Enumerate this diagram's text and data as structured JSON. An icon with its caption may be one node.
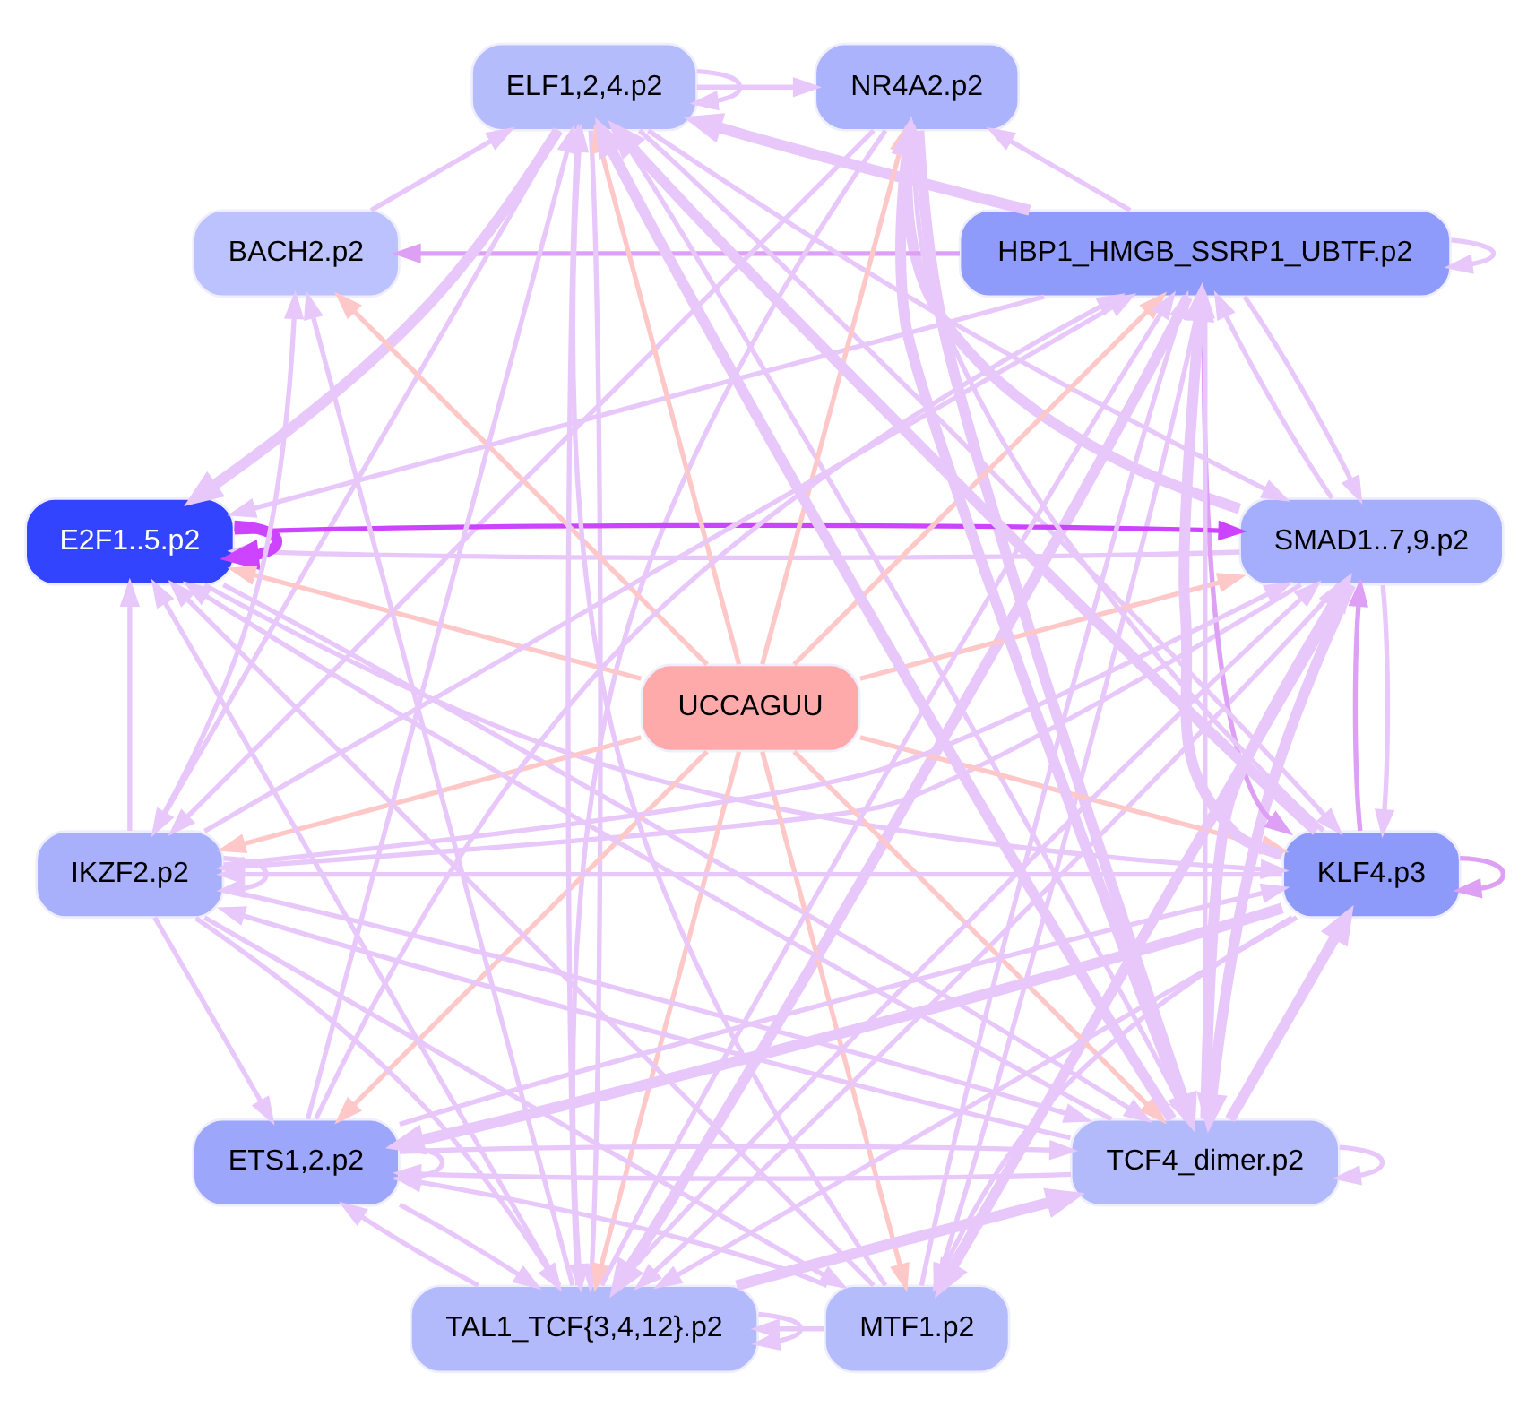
{
  "diagram": {
    "nodes": [
      {
        "text": [
          "SMAD1..7,9.p2"
        ]
      },
      {
        "text": [
          "HBP1_HMGB_SSRP1_UBTF.p2"
        ]
      },
      {
        "text": [
          "NR4A2.p2"
        ]
      },
      {
        "text": [
          "ELF1,2,4.p2"
        ]
      },
      {
        "text": [
          "BACH2.p2"
        ]
      },
      {
        "text": [
          "E2F1..5.p2"
        ]
      },
      {
        "text": [
          "UCCAGUU"
        ]
      },
      {
        "text": [
          "IKZF2.p2"
        ]
      },
      {
        "text": [
          "ETS1,2.p2"
        ]
      },
      {
        "text": [
          "TAL1_TCF{3,4,12}.p2"
        ]
      },
      {
        "text": [
          "MTF1.p2"
        ]
      },
      {
        "text": [
          "TCF4_dimer.p2"
        ]
      },
      {
        "text": [
          "KLF4.p3"
        ]
      }
    ],
    "edges": [
      {
        "from": 6,
        "to": 0,
        "arrow": "to",
        "color": "#ffc8c8"
      },
      {
        "from": 6,
        "to": 1,
        "arrow": "to",
        "color": "#ffc8c8"
      },
      {
        "from": 6,
        "to": 2,
        "arrow": "to",
        "color": "#ffc8c8"
      },
      {
        "from": 6,
        "to": 3,
        "arrow": "to",
        "color": "#ffc8c8"
      },
      {
        "from": 6,
        "to": 4,
        "arrow": "to",
        "color": "#ffc8c8"
      },
      {
        "from": 6,
        "to": 5,
        "arrow": "to",
        "color": "#ffc8c8"
      },
      {
        "from": 6,
        "to": 7,
        "arrow": "to",
        "color": "#ffc8c8"
      },
      {
        "from": 6,
        "to": 8,
        "arrow": "to",
        "color": "#ffc8c8"
      },
      {
        "from": 6,
        "to": 9,
        "arrow": "to",
        "color": "#ffc8c8"
      },
      {
        "from": 6,
        "to": 10,
        "arrow": "to",
        "color": "#ffc8c8"
      },
      {
        "from": 6,
        "to": 11,
        "arrow": "to",
        "color": "#ffc8c8"
      },
      {
        "from": 6,
        "to": 12,
        "arrow": "to",
        "color": "#ffc8c8"
      },
      {
        "from": 0,
        "to": 1,
        "arrow": "to"
      },
      {
        "from": 1,
        "to": 0,
        "arrow": "to"
      },
      {
        "from": 1,
        "to": 1,
        "arrow": "to"
      },
      {
        "from": 3,
        "to": 3,
        "arrow": "to"
      },
      {
        "from": 5,
        "to": 5,
        "arrow": "to",
        "color": "#cc44ff",
        "style": "thick"
      },
      {
        "from": 7,
        "to": 7,
        "arrow": "to"
      },
      {
        "from": 8,
        "to": 8,
        "arrow": "to"
      },
      {
        "from": 9,
        "to": 9,
        "arrow": "to"
      },
      {
        "from": 11,
        "to": 11,
        "arrow": "to"
      },
      {
        "from": 12,
        "to": 12,
        "arrow": "to",
        "color": "#dda0f5"
      },
      {
        "from": 5,
        "to": 0,
        "arrow": "to",
        "color": "#cc44ff"
      },
      {
        "from": 1,
        "to": 4,
        "arrow": "to",
        "color": "#dda0f5"
      },
      {
        "from": 0,
        "to": 2,
        "arrow": "to",
        "style": "thick"
      },
      {
        "from": 1,
        "to": 2,
        "arrow": "to"
      },
      {
        "from": 3,
        "to": 2,
        "arrow": "to"
      },
      {
        "from": 1,
        "to": 3,
        "arrow": "to",
        "style": "thick"
      },
      {
        "from": 0,
        "to": 5,
        "arrow": "to"
      },
      {
        "from": 1,
        "to": 5,
        "arrow": "to"
      },
      {
        "from": 3,
        "to": 5,
        "arrow": "to",
        "style": "thick"
      },
      {
        "from": 7,
        "to": 5,
        "arrow": "to"
      },
      {
        "from": 9,
        "to": 5,
        "arrow": "to"
      },
      {
        "from": 11,
        "to": 5,
        "arrow": "to"
      },
      {
        "from": 10,
        "to": 5,
        "arrow": "to"
      },
      {
        "from": 4,
        "to": 3,
        "arrow": "to"
      },
      {
        "from": 9,
        "to": 3,
        "arrow": "to"
      },
      {
        "from": 11,
        "to": 3,
        "arrow": "to",
        "style": "thick"
      },
      {
        "from": 12,
        "to": 3,
        "arrow": "to",
        "style": "thick"
      },
      {
        "from": 10,
        "to": 3,
        "arrow": "to"
      },
      {
        "from": 8,
        "to": 3,
        "arrow": "to"
      },
      {
        "from": 7,
        "to": 0,
        "arrow": "to"
      },
      {
        "from": 9,
        "to": 0,
        "arrow": "to"
      },
      {
        "from": 11,
        "to": 0,
        "arrow": "to",
        "style": "thick"
      },
      {
        "from": 12,
        "to": 0,
        "arrow": "to",
        "color": "#dda0f5"
      },
      {
        "from": 3,
        "to": 0,
        "arrow": "to"
      },
      {
        "from": 9,
        "to": 1,
        "arrow": "to"
      },
      {
        "from": 11,
        "to": 1,
        "arrow": "to"
      },
      {
        "from": 12,
        "to": 1,
        "arrow": "to",
        "style": "thick"
      },
      {
        "from": 10,
        "to": 1,
        "arrow": "to"
      },
      {
        "from": 8,
        "to": 1,
        "arrow": "to"
      },
      {
        "from": 7,
        "to": 1,
        "arrow": "to"
      },
      {
        "from": 11,
        "to": 2,
        "arrow": "to",
        "style": "thick"
      },
      {
        "from": 12,
        "to": 2,
        "arrow": "to"
      },
      {
        "from": 7,
        "to": 4,
        "arrow": "to"
      },
      {
        "from": 9,
        "to": 4,
        "arrow": "to"
      },
      {
        "from": 2,
        "to": 7,
        "arrow": "to"
      },
      {
        "from": 0,
        "to": 7,
        "arrow": "to"
      },
      {
        "from": 3,
        "to": 7,
        "arrow": "to"
      },
      {
        "from": 11,
        "to": 7,
        "arrow": "to"
      },
      {
        "from": 12,
        "to": 7,
        "arrow": "to"
      },
      {
        "from": 7,
        "to": 8,
        "arrow": "to"
      },
      {
        "from": 9,
        "to": 8,
        "arrow": "to"
      },
      {
        "from": 11,
        "to": 8,
        "arrow": "to"
      },
      {
        "from": 12,
        "to": 8,
        "arrow": "to",
        "style": "thick"
      },
      {
        "from": 10,
        "to": 8,
        "arrow": "to"
      },
      {
        "from": 7,
        "to": 9,
        "arrow": "to"
      },
      {
        "from": 2,
        "to": 9,
        "arrow": "to"
      },
      {
        "from": 0,
        "to": 9,
        "arrow": "to"
      },
      {
        "from": 1,
        "to": 9,
        "arrow": "to",
        "style": "thick"
      },
      {
        "from": 3,
        "to": 9,
        "arrow": "to"
      },
      {
        "from": 8,
        "to": 9,
        "arrow": "to"
      },
      {
        "from": 10,
        "to": 9,
        "arrow": "to"
      },
      {
        "from": 12,
        "to": 9,
        "arrow": "to"
      },
      {
        "from": 0,
        "to": 11,
        "arrow": "to",
        "style": "thick"
      },
      {
        "from": 2,
        "to": 11,
        "arrow": "to",
        "style": "thick"
      },
      {
        "from": 9,
        "to": 11,
        "arrow": "to",
        "style": "thick"
      },
      {
        "from": 7,
        "to": 11,
        "arrow": "to"
      },
      {
        "from": 3,
        "to": 11,
        "arrow": "to"
      },
      {
        "from": 8,
        "to": 11,
        "arrow": "to"
      },
      {
        "from": 5,
        "to": 11,
        "arrow": "to"
      },
      {
        "from": 11,
        "to": 12,
        "arrow": "to",
        "style": "thick"
      },
      {
        "from": 0,
        "to": 12,
        "arrow": "to"
      },
      {
        "from": 1,
        "to": 12,
        "arrow": "to",
        "color": "#dda0f5"
      },
      {
        "from": 3,
        "to": 12,
        "arrow": "to"
      },
      {
        "from": 5,
        "to": 12,
        "arrow": "to"
      },
      {
        "from": 8,
        "to": 12,
        "arrow": "to"
      },
      {
        "from": 12,
        "to": 10,
        "arrow": "to"
      },
      {
        "from": 0,
        "to": 10,
        "arrow": "to",
        "style": "thick"
      },
      {
        "from": 1,
        "to": 10,
        "arrow": "to"
      },
      {
        "from": 7,
        "to": 10,
        "arrow": "to"
      }
    ]
  }
}
